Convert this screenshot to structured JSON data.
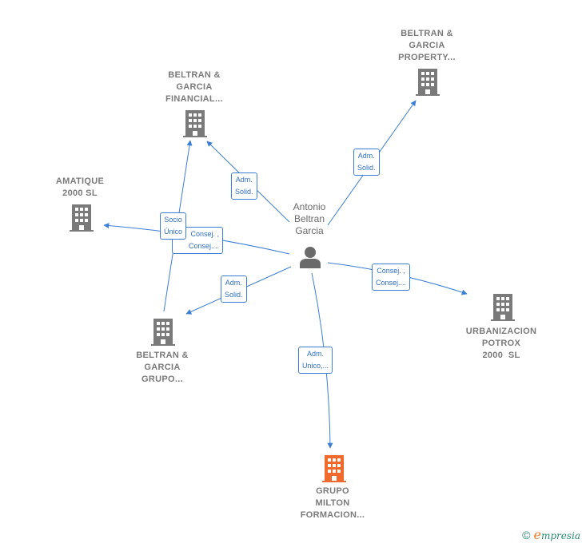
{
  "colors": {
    "edge": "#3b7fd4",
    "building": "#7a7a7a",
    "building_focus": "#f06a2e",
    "person": "#6a6a6a"
  },
  "person": {
    "name_lines": [
      "Antonio",
      "Beltran",
      "Garcia"
    ],
    "icon": "person-icon"
  },
  "companies": [
    {
      "id": "bg_property",
      "lines": [
        "BELTRAN &",
        "GARCIA",
        "PROPERTY..."
      ],
      "icon": "building-icon"
    },
    {
      "id": "bg_financial",
      "lines": [
        "BELTRAN &",
        "GARCIA",
        "FINANCIAL..."
      ],
      "icon": "building-icon"
    },
    {
      "id": "amatique",
      "lines": [
        "AMATIQUE",
        "2000 SL"
      ],
      "icon": "building-icon"
    },
    {
      "id": "urbanizacion",
      "lines": [
        "URBANIZACION",
        "POTROX",
        "2000  SL"
      ],
      "icon": "building-icon"
    },
    {
      "id": "bg_grupo",
      "lines": [
        "BELTRAN &",
        "GARCIA",
        "GRUPO..."
      ],
      "icon": "building-icon"
    },
    {
      "id": "grupo_milton",
      "lines": [
        "GRUPO",
        "MILTON",
        "FORMACION..."
      ],
      "icon": "building-icon",
      "focus": true
    }
  ],
  "relations": [
    {
      "id": "r_property",
      "lines": [
        "Adm.",
        "Solid."
      ]
    },
    {
      "id": "r_financial",
      "lines": [
        "Adm.",
        "Solid."
      ]
    },
    {
      "id": "r_amatique",
      "lines": [
        "Consej. ,",
        "Consej...."
      ]
    },
    {
      "id": "r_socio",
      "lines": [
        "Socio",
        "Único"
      ]
    },
    {
      "id": "r_grupo",
      "lines": [
        "Adm.",
        "Solid."
      ]
    },
    {
      "id": "r_urbanizacion",
      "lines": [
        "Consej. ,",
        "Consej...."
      ]
    },
    {
      "id": "r_milton",
      "lines": [
        "Adm.",
        "Unico,..."
      ]
    }
  ],
  "footer": {
    "copyright": "©",
    "brand_initial": "e",
    "brand_rest": "mpresia"
  }
}
